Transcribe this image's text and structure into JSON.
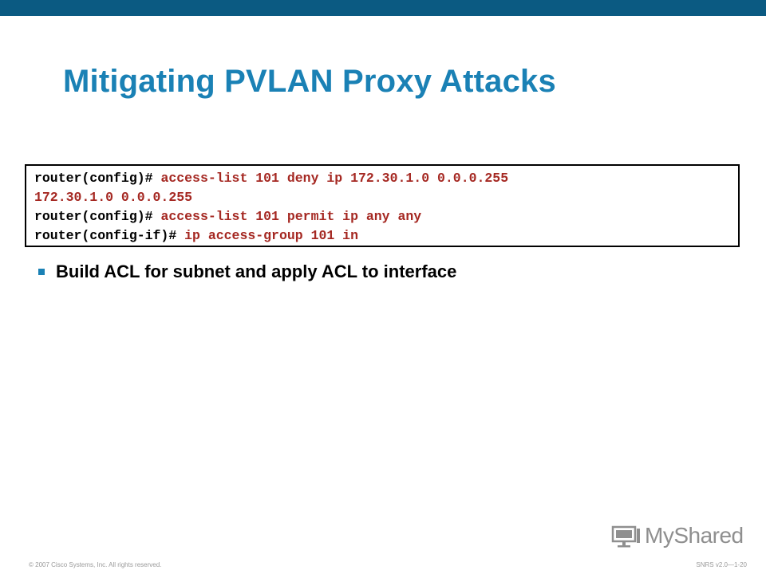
{
  "slide": {
    "title": "Mitigating PVLAN Proxy Attacks",
    "code_lines": [
      {
        "prompt": "router(config)# ",
        "command": "access-list 101 deny ip 172.30.1.0 0.0.0.255"
      },
      {
        "prompt": "",
        "command": "172.30.1.0 0.0.0.255"
      },
      {
        "prompt": "router(config)# ",
        "command": "access-list 101 permit ip any any"
      },
      {
        "prompt": "router(config-if)# ",
        "command": "ip access-group 101 in"
      }
    ],
    "bullet": "Build ACL for subnet and apply ACL to interface"
  },
  "footer": {
    "copyright": "© 2007 Cisco Systems, Inc. All rights reserved.",
    "course_ref": "SNRS v2.0—1-20"
  },
  "branding": {
    "logo_text": "MyShared",
    "logo_icon": "presentation-screen-icon"
  },
  "colors": {
    "header_bar": "#0b5a82",
    "title": "#1a81b5",
    "command_text": "#a52822",
    "bullet_marker": "#1a81b5"
  }
}
